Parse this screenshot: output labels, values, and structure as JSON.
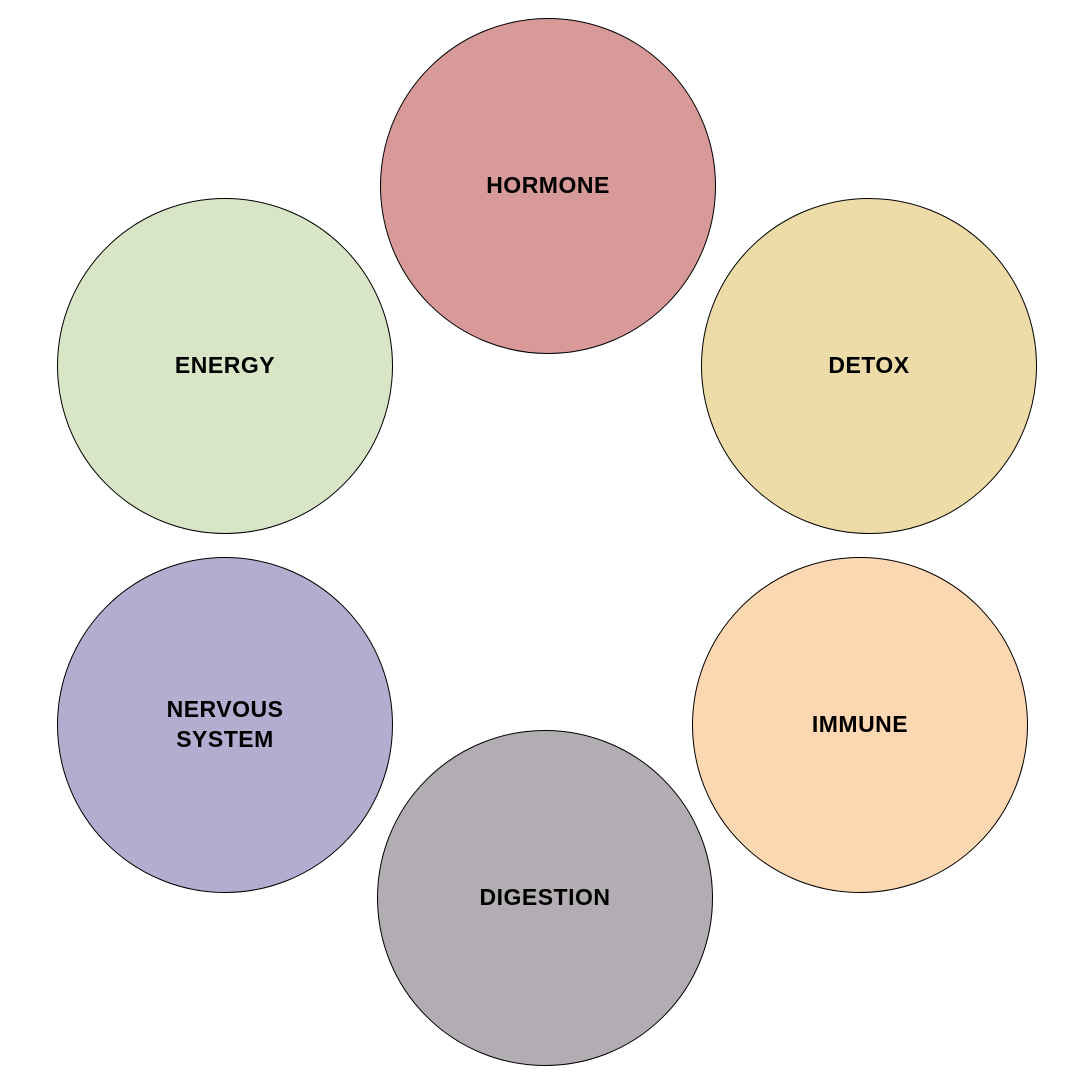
{
  "diagram": {
    "background_color": "#ffffff",
    "outline_color": "#000000",
    "text_color": "#000000",
    "nodes": [
      {
        "id": "hormone",
        "label": "HORMONE",
        "color": "#D89999"
      },
      {
        "id": "detox",
        "label": "DETOX",
        "color": "#EEDCA8"
      },
      {
        "id": "immune",
        "label": "IMMUNE",
        "color": "#FCD8B2"
      },
      {
        "id": "digestion",
        "label": "DIGESTION",
        "color": "#B2ADB2"
      },
      {
        "id": "nervous-system",
        "label": "NERVOUS\nSYSTEM",
        "color": "#B2AED0"
      },
      {
        "id": "energy",
        "label": "ENERGY",
        "color": "#D9E5C7"
      }
    ]
  }
}
